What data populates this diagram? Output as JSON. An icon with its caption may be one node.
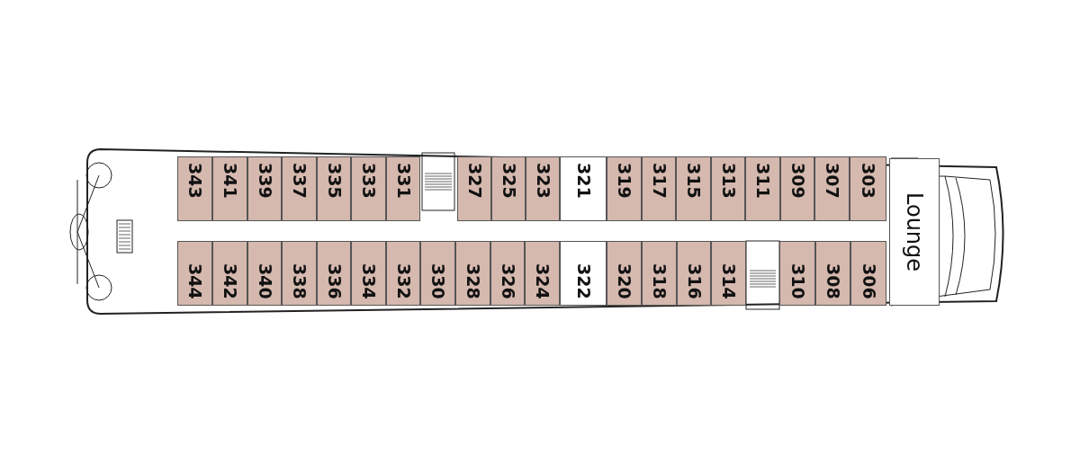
{
  "diagram": {
    "nodes": [
      {
        "text": [
          "343"
        ]
      },
      {
        "text": [
          "341"
        ]
      },
      {
        "text": [
          "339"
        ]
      },
      {
        "text": [
          "337"
        ]
      },
      {
        "text": [
          "335"
        ]
      },
      {
        "text": [
          "333"
        ]
      },
      {
        "text": [
          "331"
        ]
      },
      {
        "text": [
          "327"
        ]
      },
      {
        "text": [
          "325"
        ]
      },
      {
        "text": [
          "323"
        ]
      },
      {
        "text": [
          "321"
        ]
      },
      {
        "text": [
          "319"
        ]
      },
      {
        "text": [
          "317"
        ]
      },
      {
        "text": [
          "315"
        ]
      },
      {
        "text": [
          "313"
        ]
      },
      {
        "text": [
          "311"
        ]
      },
      {
        "text": [
          "309"
        ]
      },
      {
        "text": [
          "307"
        ]
      },
      {
        "text": [
          "303"
        ]
      },
      {
        "text": [
          "344"
        ]
      },
      {
        "text": [
          "342"
        ]
      },
      {
        "text": [
          "340"
        ]
      },
      {
        "text": [
          "338"
        ]
      },
      {
        "text": [
          "336"
        ]
      },
      {
        "text": [
          "334"
        ]
      },
      {
        "text": [
          "332"
        ]
      },
      {
        "text": [
          "330"
        ]
      },
      {
        "text": [
          "328"
        ]
      },
      {
        "text": [
          "326"
        ]
      },
      {
        "text": [
          "324"
        ]
      },
      {
        "text": [
          "322"
        ]
      },
      {
        "text": [
          "320"
        ]
      },
      {
        "text": [
          "318"
        ]
      },
      {
        "text": [
          "316"
        ]
      },
      {
        "text": [
          "314"
        ]
      },
      {
        "text": [
          "310"
        ]
      },
      {
        "text": [
          "308"
        ]
      },
      {
        "text": [
          "306"
        ]
      },
      {
        "text": [
          "Lounge"
        ]
      }
    ],
    "edges": []
  }
}
